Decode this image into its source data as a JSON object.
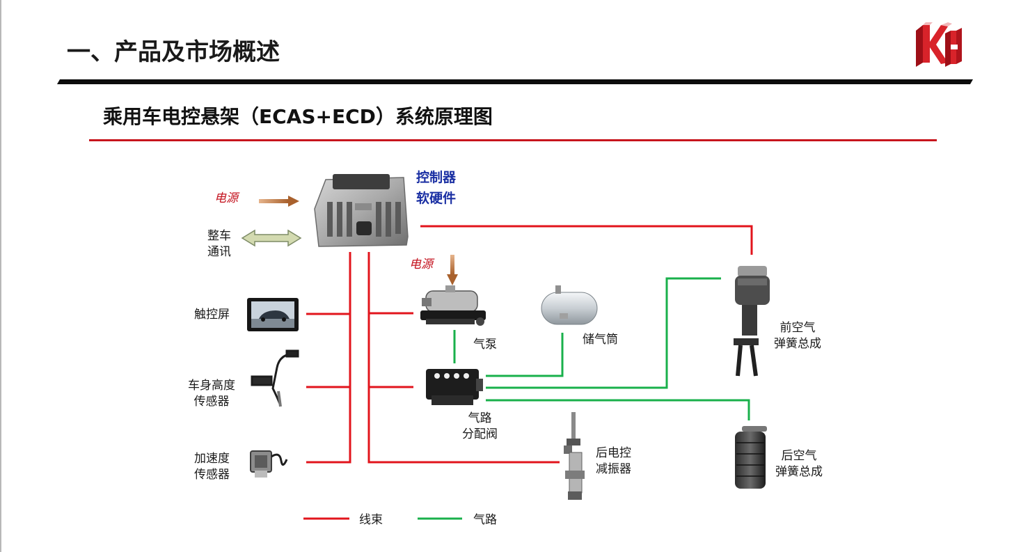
{
  "header": {
    "title": "一、产品及市场概述",
    "logo_icon": "kh-logo-icon"
  },
  "section": {
    "title": "乘用车电控悬架（ECAS+ECD）系统原理图"
  },
  "colors": {
    "accent": "#c7151d",
    "wire": "#e2141c",
    "air": "#19b04b",
    "controller_text": "#1a2fa3"
  },
  "diagram": {
    "controller": {
      "line1": "控制器",
      "line2": "软硬件"
    },
    "power_top": "电源",
    "power_pump": "电源",
    "vehicle_comm": {
      "line1": "整车",
      "line2": "通讯"
    },
    "touch_screen": "触控屏",
    "height_sensor": {
      "line1": "车身高度",
      "line2": "传感器"
    },
    "accel_sensor": {
      "line1": "加速度",
      "line2": "传感器"
    },
    "air_pump": "气泵",
    "air_tank": "储气筒",
    "valve_block": {
      "line1": "气路",
      "line2": "分配阀"
    },
    "rear_damper": {
      "line1": "后电控",
      "line2": "减振器"
    },
    "front_spring": {
      "line1": "前空气",
      "line2": "弹簧总成"
    },
    "rear_spring": {
      "line1": "后空气",
      "line2": "弹簧总成"
    }
  },
  "legend": {
    "wire_label": "线束",
    "air_label": "气路"
  }
}
